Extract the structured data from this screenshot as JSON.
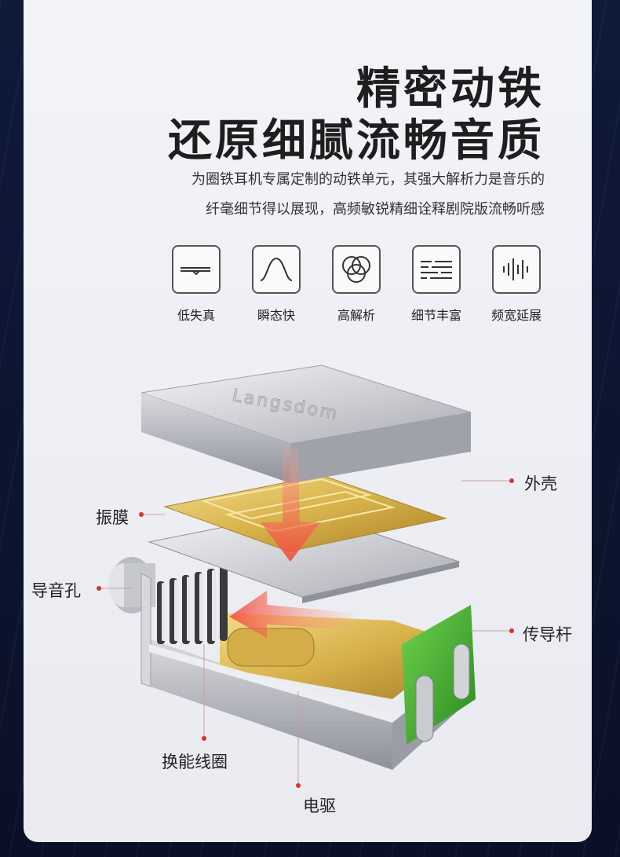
{
  "title_line1": "精密动铁",
  "title_line2": "还原细腻流畅音质",
  "desc_line1": "为圈铁耳机专属定制的动铁单元，其强大解析力是音乐的",
  "desc_line2": "纤毫细节得以展现，高频敏锐精细诠释剧院版流畅听感",
  "features": [
    {
      "label": "低失真",
      "icon": "low-distortion-icon"
    },
    {
      "label": "瞬态快",
      "icon": "transient-wave-icon"
    },
    {
      "label": "高解析",
      "icon": "overlap-circles-icon"
    },
    {
      "label": "细节丰富",
      "icon": "detail-lines-icon"
    },
    {
      "label": "频宽延展",
      "icon": "frequency-bars-icon"
    }
  ],
  "brand_engraving": "Langsdom",
  "callouts": {
    "shell": "外壳",
    "diaphragm": "振膜",
    "sound_hole": "导音孔",
    "rod": "传导杆",
    "coil": "换能线圈",
    "armature": "电驱"
  },
  "colors": {
    "accent": "#e0302d",
    "gold": "#d8b24a",
    "green": "#3aa52a"
  }
}
